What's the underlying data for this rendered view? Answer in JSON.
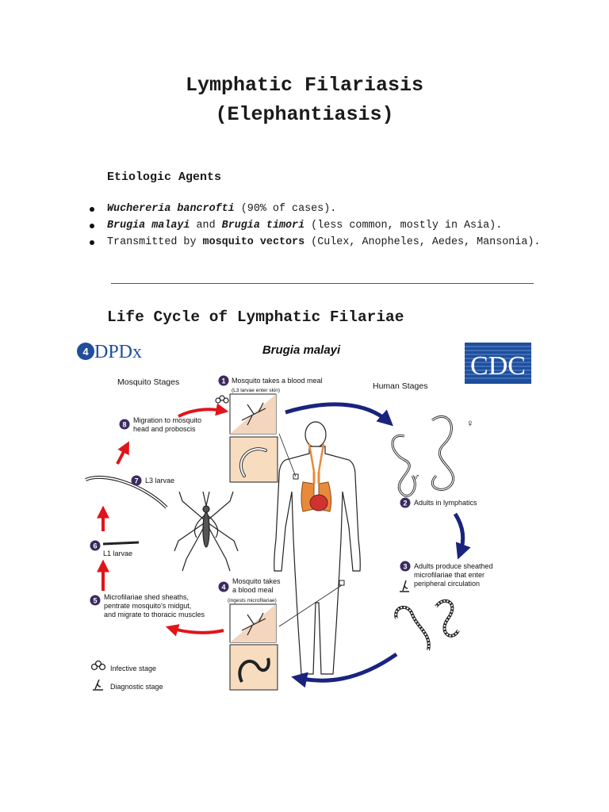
{
  "title_line1": "Lymphatic Filariasis",
  "title_line2": "(Elephantiasis)",
  "section1": {
    "heading": "Etiologic Agents",
    "bullets": [
      {
        "parts": [
          {
            "t": "Wuchereria bancrofti",
            "s": "it"
          },
          {
            "t": " (90% of cases).",
            "s": ""
          }
        ]
      },
      {
        "parts": [
          {
            "t": "Brugia malayi",
            "s": "it"
          },
          {
            "t": " and ",
            "s": ""
          },
          {
            "t": "Brugia timori",
            "s": "it"
          },
          {
            "t": " (less common, mostly in Asia).",
            "s": ""
          }
        ]
      },
      {
        "parts": [
          {
            "t": "Transmitted by ",
            "s": ""
          },
          {
            "t": "mosquito vectors",
            "s": "bd"
          },
          {
            "t": " (Culex, Anopheles, Aedes, Mansonia).",
            "s": ""
          }
        ]
      }
    ]
  },
  "section2": {
    "heading": "Life Cycle of Lymphatic Filariae"
  },
  "figure": {
    "logo_left": "DPDx",
    "logo_left_glyph": "4",
    "logo_right": "CDC",
    "species": "Brugia malayi",
    "mosquito_stages": "Mosquito Stages",
    "human_stages": "Human Stages",
    "steps": {
      "s1_num": "1",
      "s1_title": "Mosquito takes a blood meal",
      "s1_sub": "(L3 larvae enter skin)",
      "s2_num": "2",
      "s2_title": "Adults in lymphatics",
      "s3_num": "3",
      "s3_l1": "Adults produce sheathed",
      "s3_l2": "microfilariae that enter",
      "s3_l3": "peripheral circulation",
      "s4_num": "4",
      "s4_l1": "Mosquito takes",
      "s4_l2": "a blood meal",
      "s4_sub": "(ingests microfilariae)",
      "s5_num": "5",
      "s5_l1": "Microfilariae shed sheaths,",
      "s5_l2": "pentrate mosquito's midgut,",
      "s5_l3": "and migrate to thoracic muscles",
      "s6_num": "6",
      "s6_title": "L1 larvae",
      "s7_num": "7",
      "s7_title": "L3 larvae",
      "s8_num": "8",
      "s8_l1": "Migration to mosquito",
      "s8_l2": "head and proboscis"
    },
    "legend": {
      "infective": "Infective stage",
      "diagnostic": "Diagnostic stage"
    },
    "sex_female": "♀",
    "sex_male": "♂",
    "colors": {
      "step_circle": "#3b2a60",
      "red_arrow": "#e0141b",
      "blue_arrow": "#1a237e",
      "cdc_blue": "#1f4e9c",
      "box_fill": "#f7dcc0",
      "lung": "#e78a3c",
      "heart": "#d0332f"
    }
  }
}
